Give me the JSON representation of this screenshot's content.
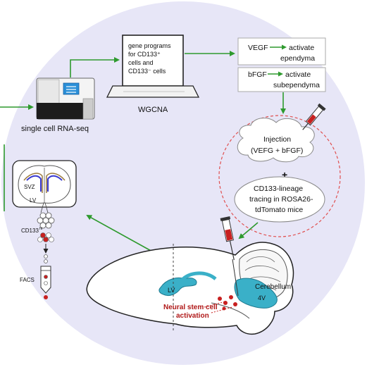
{
  "labels": {
    "scrna": "single cell RNA-seq",
    "laptop_line1": "gene programs",
    "laptop_line2": "for CD133⁺",
    "laptop_line3": "cells and",
    "laptop_line4": "CD133⁻ cells",
    "wgcna": "WGCNA",
    "vegf": "VEGF",
    "vegf_activate": "activate",
    "vegf_target": "ependyma",
    "bfgf": "bFGF",
    "bfgf_activate": "activate",
    "bfgf_target": "subependyma",
    "injection_line1": "Injection",
    "injection_line2": "(VEFG + bFGF)",
    "plus": "+",
    "tracing_line1": "CD133-lineage",
    "tracing_line2": "tracing in ROSA26-",
    "tracing_line3": "tdTomato  mice",
    "svz": "SVZ",
    "lv_section": "LV",
    "cd133": "CD133",
    "cd133_sup": "hi",
    "facs": "FACS",
    "lv_brain": "LV",
    "fourth_v": "4V",
    "cerebellum": "Cerebellum",
    "nsc_line1": "Neural stem cell",
    "nsc_line2": "activation"
  },
  "colors": {
    "background_disc": "#e7e6f7",
    "arrow_green": "#2e9a2e",
    "dashed_red": "#e05050",
    "ventricle_blue": "#3ab0c8",
    "label_red": "#b01818"
  }
}
